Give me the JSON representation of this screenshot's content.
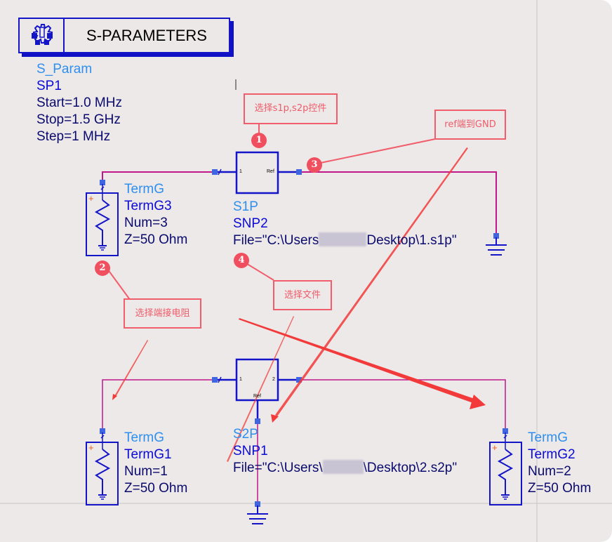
{
  "palette": {
    "canvas_bg": "#ede9e8",
    "wire": "#c0178a",
    "component": "#1414c8",
    "node": "#3f66e0",
    "annotation": "#f04f5f",
    "type_label": "#2e8fef",
    "instance_label": "#0b0bd4",
    "param_label": "#0a0a6e"
  },
  "sparam_block": {
    "icon": "gear-icon",
    "title": "S-PARAMETERS",
    "type": "S_Param",
    "instance": "SP1",
    "params": [
      "Start=1.0 MHz",
      "Stop=1.5 GHz",
      "Step=1 MHz"
    ]
  },
  "components": {
    "s1p": {
      "type": "S1P",
      "instance": "SNP2",
      "file_prefix": "File=\"C:\\Users",
      "file_suffix": "Desktop\\1.s1p\"",
      "pins": [
        "1",
        "Ref"
      ]
    },
    "s2p": {
      "type": "S2P",
      "instance": "SNP1",
      "file_prefix": "File=\"C:\\Users\\",
      "file_suffix": "\\Desktop\\2.s2p\"",
      "pins": [
        "1",
        "2",
        "Ref"
      ]
    },
    "termg3": {
      "type": "TermG",
      "instance": "TermG3",
      "params": [
        "Num=3",
        "Z=50 Ohm"
      ],
      "polarity": "+"
    },
    "termg1": {
      "type": "TermG",
      "instance": "TermG1",
      "params": [
        "Num=1",
        "Z=50 Ohm"
      ],
      "polarity": "+"
    },
    "termg2": {
      "type": "TermG",
      "instance": "TermG2",
      "params": [
        "Num=2",
        "Z=50 Ohm"
      ],
      "polarity": "+"
    }
  },
  "annotations": [
    {
      "number": "1",
      "text": "选择s1p,s2p控件"
    },
    {
      "number": "2",
      "text": "选择端接电阻"
    },
    {
      "number": "3",
      "text": "ref端到GND"
    },
    {
      "number": "4",
      "text": "选择文件"
    }
  ]
}
